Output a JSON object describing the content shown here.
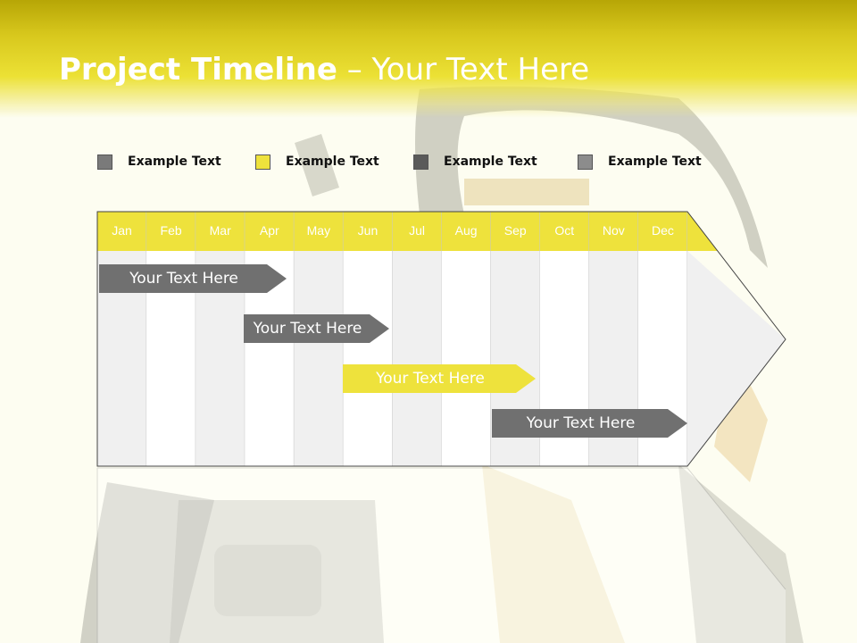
{
  "slide": {
    "title_bold": "Project Timeline",
    "title_rest": " – Your Text Here"
  },
  "legend": [
    {
      "label": "Example Text",
      "color": "#7a7a7a"
    },
    {
      "label": "Example Text",
      "color": "#eee23c"
    },
    {
      "label": "Example Text",
      "color": "#5a5a5a"
    },
    {
      "label": "Example Text",
      "color": "#8c8c8c"
    }
  ],
  "months": [
    "Jan",
    "Feb",
    "Mar",
    "Apr",
    "May",
    "Jun",
    "Jul",
    "Aug",
    "Sep",
    "Oct",
    "Nov",
    "Dec"
  ],
  "tasks": [
    {
      "label": "Your  Text Here",
      "color": "gray"
    },
    {
      "label": "Your  Text Here",
      "color": "gray"
    },
    {
      "label": "Your  Text Here",
      "color": "yellow"
    },
    {
      "label": "Your  Text Here",
      "color": "gray"
    }
  ],
  "colors": {
    "header_yellow": "#e6da2e",
    "month_band": "#eee23c",
    "column_light": "#f0f0f0",
    "column_white": "#ffffff"
  }
}
